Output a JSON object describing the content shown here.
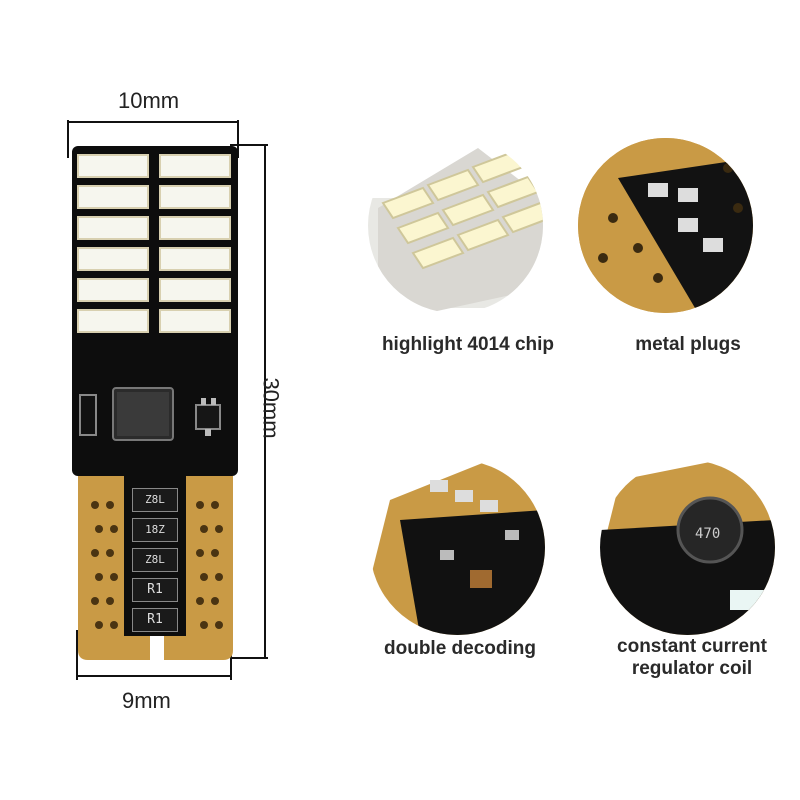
{
  "dimensions": {
    "top_width": "10mm",
    "height": "30mm",
    "bottom_width": "9mm"
  },
  "features": [
    {
      "caption": "highlight 4014 chip"
    },
    {
      "caption": "metal plugs"
    },
    {
      "caption": "double decoding"
    },
    {
      "caption_line1": "constant current",
      "caption_line2": "regulator coil"
    }
  ],
  "board": {
    "resistor_labels": [
      "Z8L",
      "18Z",
      "Z8L",
      "R1",
      "R1"
    ],
    "led_count": 12,
    "coil_marking": "470"
  },
  "colors": {
    "pcb": "#0d0d0d",
    "gold": "#c99a45",
    "led": "#f6f6ee",
    "led_edge": "#d8d0b0"
  }
}
